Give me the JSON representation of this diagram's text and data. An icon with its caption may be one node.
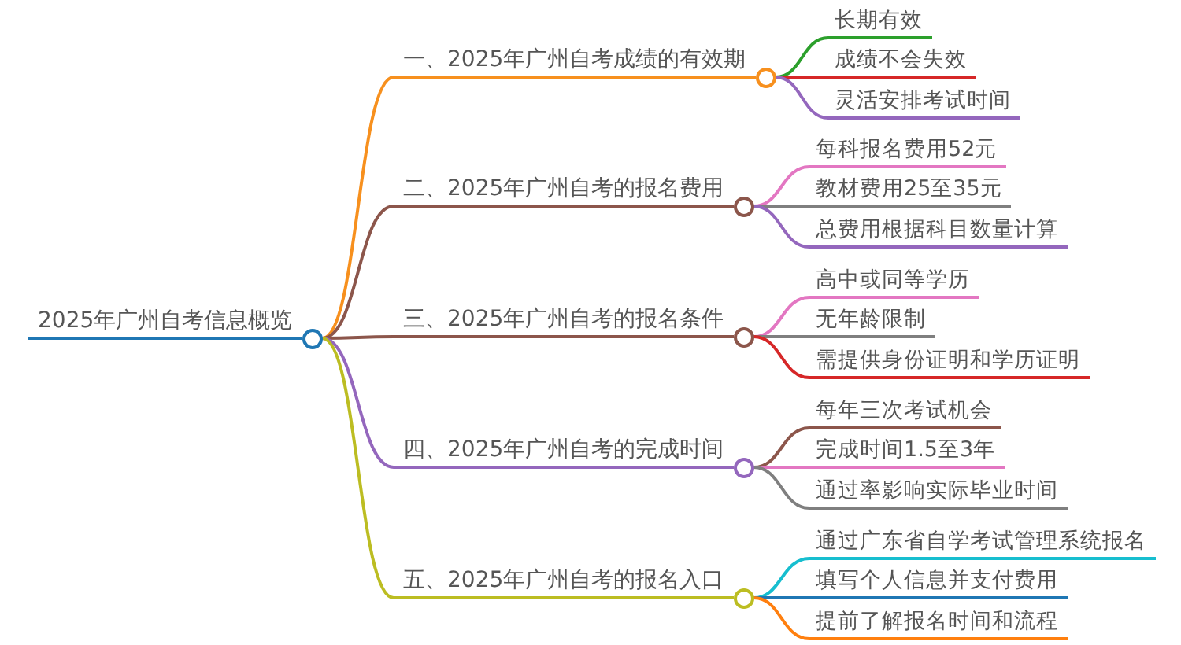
{
  "diagram": {
    "nodes": [
      {
        "text": [
          "2025年广州自考信息概览"
        ]
      },
      {
        "text": [
          "一、2025年广州自考成绩的有效期"
        ]
      },
      {
        "text": [
          "长期有效"
        ]
      },
      {
        "text": [
          "成绩不会失效"
        ]
      },
      {
        "text": [
          "灵活安排考试时间"
        ]
      },
      {
        "text": [
          "二、2025年广州自考的报名费用"
        ]
      },
      {
        "text": [
          "每科报名费用52元"
        ]
      },
      {
        "text": [
          "教材费用25至35元"
        ]
      },
      {
        "text": [
          "总费用根据科目数量计算"
        ]
      },
      {
        "text": [
          "三、2025年广州自考的报名条件"
        ]
      },
      {
        "text": [
          "高中或同等学历"
        ]
      },
      {
        "text": [
          "无年龄限制"
        ]
      },
      {
        "text": [
          "需提供身份证明和学历证明"
        ]
      },
      {
        "text": [
          "四、2025年广州自考的完成时间"
        ]
      },
      {
        "text": [
          "每年三次考试机会"
        ]
      },
      {
        "text": [
          "完成时间1.5至3年"
        ]
      },
      {
        "text": [
          "通过率影响实际毕业时间"
        ]
      },
      {
        "text": [
          "五、2025年广州自考的报名入口"
        ]
      },
      {
        "text": [
          "通过广东省自学考试管理系统报名"
        ]
      },
      {
        "text": [
          "填写个人信息并支付费用"
        ]
      },
      {
        "text": [
          "提前了解报名时间和流程"
        ]
      }
    ],
    "edges": [
      {
        "from": 0,
        "to": 1,
        "arrow": "none",
        "color": "#f7901e"
      },
      {
        "from": 1,
        "to": 2,
        "arrow": "none",
        "color": "#2ca02c"
      },
      {
        "from": 1,
        "to": 3,
        "arrow": "none",
        "color": "#d62728"
      },
      {
        "from": 1,
        "to": 4,
        "arrow": "none",
        "color": "#9467bd"
      },
      {
        "from": 0,
        "to": 5,
        "arrow": "none",
        "color": "#8c564b"
      },
      {
        "from": 5,
        "to": 6,
        "arrow": "none",
        "color": "#e377c2"
      },
      {
        "from": 5,
        "to": 7,
        "arrow": "none",
        "color": "#7f7f7f"
      },
      {
        "from": 5,
        "to": 8,
        "arrow": "none",
        "color": "#9467bd"
      },
      {
        "from": 0,
        "to": 9,
        "arrow": "none",
        "color": "#8c564b"
      },
      {
        "from": 9,
        "to": 10,
        "arrow": "none",
        "color": "#e377c2"
      },
      {
        "from": 9,
        "to": 11,
        "arrow": "none",
        "color": "#7f7f7f"
      },
      {
        "from": 9,
        "to": 12,
        "arrow": "none",
        "color": "#d62728"
      },
      {
        "from": 0,
        "to": 13,
        "arrow": "none",
        "color": "#9467bd"
      },
      {
        "from": 13,
        "to": 14,
        "arrow": "none",
        "color": "#8c564b"
      },
      {
        "from": 13,
        "to": 15,
        "arrow": "none",
        "color": "#e377c2"
      },
      {
        "from": 13,
        "to": 16,
        "arrow": "none",
        "color": "#7f7f7f"
      },
      {
        "from": 0,
        "to": 17,
        "arrow": "none",
        "color": "#bcbd22"
      },
      {
        "from": 17,
        "to": 18,
        "arrow": "none",
        "color": "#17becf"
      },
      {
        "from": 17,
        "to": 19,
        "arrow": "none",
        "color": "#1f77b4"
      },
      {
        "from": 17,
        "to": 20,
        "arrow": "none",
        "color": "#ff7f0e"
      }
    ]
  }
}
